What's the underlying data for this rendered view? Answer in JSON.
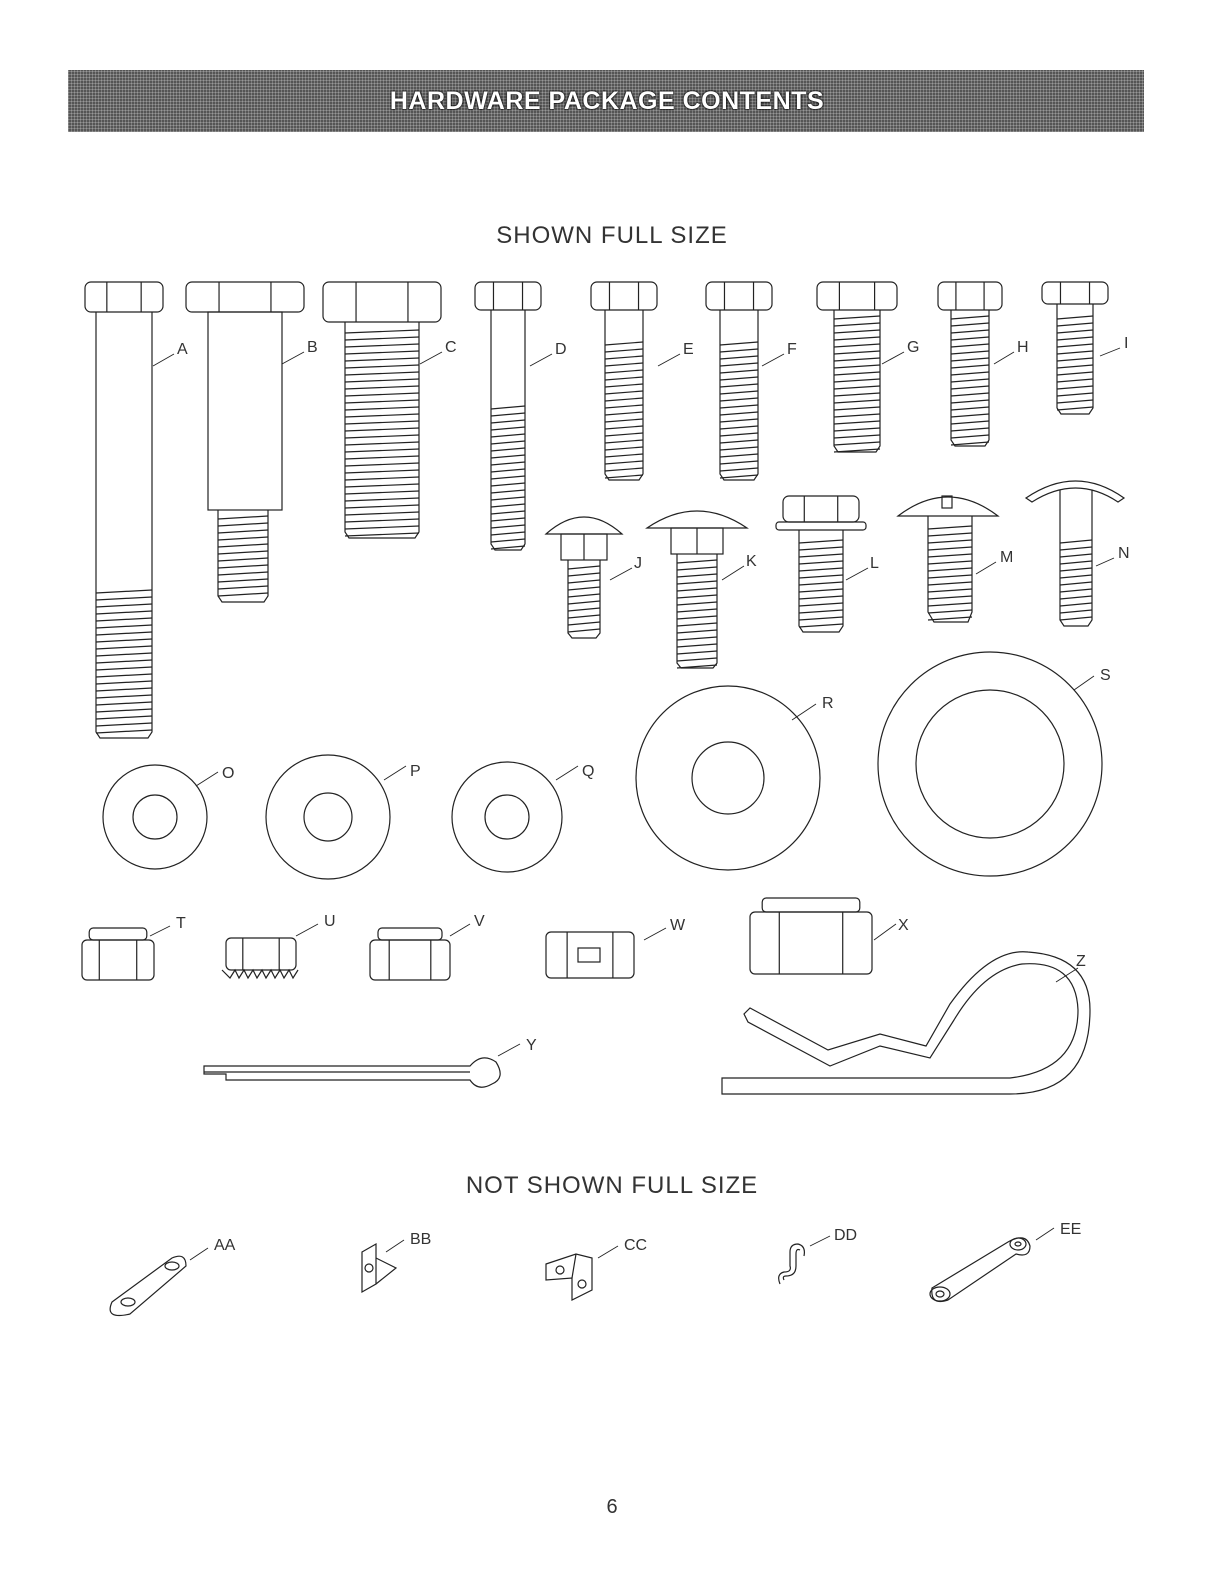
{
  "header": {
    "title": "HARDWARE PACKAGE CONTENTS"
  },
  "sections": {
    "full_size": "SHOWN FULL SIZE",
    "not_full_size": "NOT SHOWN FULL SIZE"
  },
  "labels": {
    "A": "A",
    "B": "B",
    "C": "C",
    "D": "D",
    "E": "E",
    "F": "F",
    "G": "G",
    "H": "H",
    "I": "I",
    "J": "J",
    "K": "K",
    "L": "L",
    "M": "M",
    "N": "N",
    "O": "O",
    "P": "P",
    "Q": "Q",
    "R": "R",
    "S": "S",
    "T": "T",
    "U": "U",
    "V": "V",
    "W": "W",
    "X": "X",
    "Y": "Y",
    "Z": "Z",
    "AA": "AA",
    "BB": "BB",
    "CC": "CC",
    "DD": "DD",
    "EE": "EE"
  },
  "page_number": "6"
}
